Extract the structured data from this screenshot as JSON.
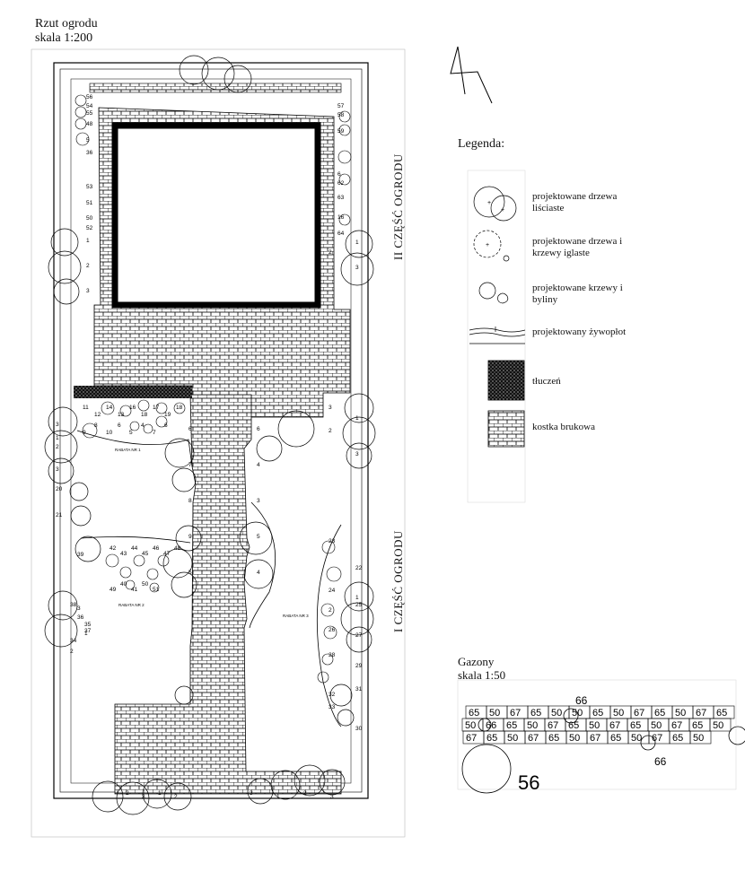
{
  "plan": {
    "title": "Rzut ogrodu",
    "scale": "skala 1:200",
    "section_upper": "II CZĘŚĆ OGRODU",
    "section_lower": "I CZĘŚĆ OGRODU",
    "beds": [
      "RABATA NR 1",
      "RABATA NR 2",
      "RABATA NR 3"
    ],
    "left_numbers": [
      "56",
      "54",
      "55",
      "48",
      "5",
      "36",
      "53",
      "51",
      "50",
      "52",
      "1",
      "2",
      "3",
      "3",
      "1",
      "2",
      "3",
      "20",
      "21",
      "39",
      "37",
      "38",
      "36",
      "35",
      "34",
      "3",
      "1",
      "2"
    ],
    "right_numbers": [
      "57",
      "58",
      "59",
      "6",
      "62",
      "63",
      "16",
      "64",
      "1",
      "2",
      "3",
      "3",
      "1",
      "2",
      "3",
      "23",
      "22",
      "24",
      "1",
      "2",
      "25",
      "26",
      "27",
      "28",
      "29",
      "32",
      "31",
      "33",
      "30"
    ],
    "bed1_numbers": [
      "11",
      "12",
      "14",
      "13",
      "16",
      "18",
      "17",
      "19",
      "18",
      "9",
      "8",
      "10",
      "6",
      "5",
      "4",
      "7",
      "6"
    ],
    "bed2_numbers": [
      "42",
      "43",
      "44",
      "45",
      "46",
      "47",
      "48",
      "49",
      "40",
      "41",
      "50",
      "51"
    ],
    "bed3_numbers": [
      "6",
      "7",
      "8",
      "9",
      "5",
      "6",
      "4",
      "3",
      "5",
      "4"
    ],
    "bottom_numbers": [
      "2",
      "3",
      "1",
      "2",
      "3",
      "1",
      "2",
      "3"
    ]
  },
  "legend": {
    "title": "Legenda:",
    "items": [
      {
        "label": "projektowane drzewa liściaste",
        "symbol": "deciduous-tree"
      },
      {
        "label": "projektowane drzewa i krzewy iglaste",
        "symbol": "conifer"
      },
      {
        "label": "projektowane krzewy i byliny",
        "symbol": "shrub"
      },
      {
        "label": "projektowany żywopłot",
        "symbol": "hedge"
      },
      {
        "label": "tłuczeń",
        "symbol": "gravel"
      },
      {
        "label": "kostka brukowa",
        "symbol": "paving"
      }
    ]
  },
  "gazony": {
    "title": "Gazony",
    "scale": "skala 1:50",
    "row1": [
      "65",
      "50",
      "67",
      "65",
      "50",
      "50",
      "65",
      "50",
      "67",
      "65",
      "50",
      "67",
      "65"
    ],
    "row2": [
      "50",
      "66",
      "65",
      "50",
      "67",
      "65",
      "50",
      "67",
      "65",
      "50",
      "67",
      "65",
      "50"
    ],
    "row3": [
      "67",
      "65",
      "50",
      "67",
      "65",
      "50",
      "67",
      "65",
      "50",
      "67",
      "65",
      "50"
    ],
    "marker_top": "66",
    "marker_bottom": "66",
    "big_label": "56"
  },
  "north_arrow": {
    "symbol": "north-arrow"
  }
}
